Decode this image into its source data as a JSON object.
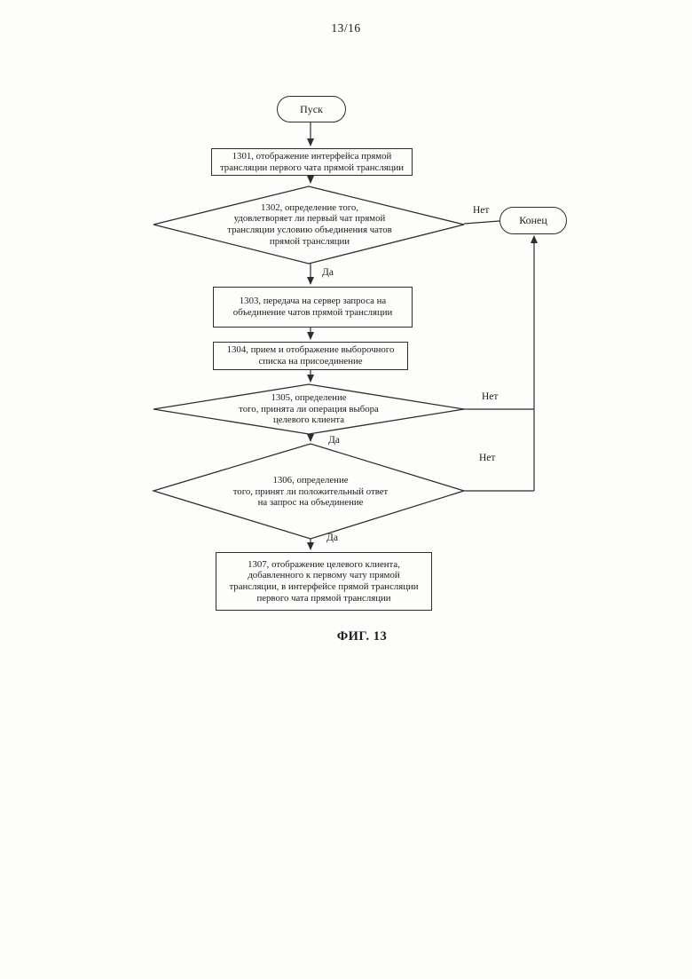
{
  "page": {
    "number": "13/16",
    "caption": "ФИГ. 13"
  },
  "labels": {
    "yes": "Да",
    "no": "Нет"
  },
  "nodes": {
    "start": {
      "type": "terminator",
      "label": "Пуск"
    },
    "end": {
      "type": "terminator",
      "label": "Конец"
    },
    "n1301": {
      "type": "process",
      "label": "1301, отображение интерфейса прямой\nтрансляции первого чата прямой трансляции"
    },
    "n1302": {
      "type": "decision",
      "label": "1302, определение того,\nудовлетворяет ли первый чат прямой\nтрансляции условию объединения чатов\nпрямой трансляции"
    },
    "n1303": {
      "type": "process",
      "label": "1303, передача на сервер запроса на\nобъединение чатов прямой трансляции"
    },
    "n1304": {
      "type": "process",
      "label": "1304, прием и отображение выборочного\nсписка на присоединение"
    },
    "n1305": {
      "type": "decision",
      "label": "1305, определение\nтого, принята ли операция выбора\nцелевого клиента"
    },
    "n1306": {
      "type": "decision",
      "label": "1306, определение\nтого, принят ли положительный ответ\nна запрос на объединение"
    },
    "n1307": {
      "type": "process",
      "label": "1307, отображение целевого клиента,\nдобавленного к первому чату прямой\nтрансляции, в интерфейсе прямой трансляции\nпервого чата прямой трансляции"
    }
  }
}
